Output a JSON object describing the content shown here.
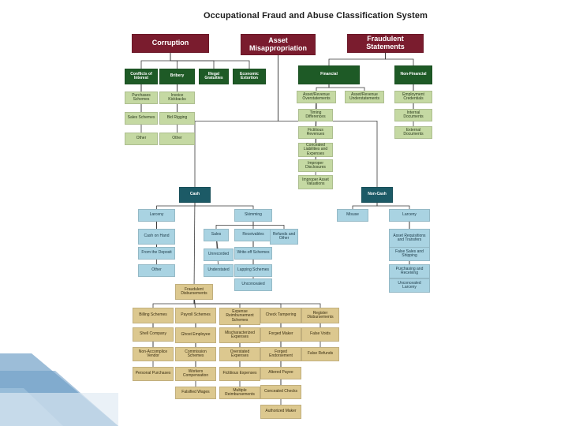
{
  "diagram": {
    "title": "Occupational Fraud and Abuse Classification System",
    "colors": {
      "maroon": "#7a1c2e",
      "green": "#1e5a26",
      "teal": "#1c5a66",
      "light_green": "#c5d9a3",
      "light_blue": "#a9d3e2",
      "tan": "#dcc88f",
      "line": "#3a3a3a",
      "decoration": "#3a78a8"
    },
    "nodes": [
      {
        "id": "corruption",
        "label": "Corruption",
        "style": "maroon"
      },
      {
        "id": "asset_misappropriation",
        "label": "Asset Misappropriation",
        "style": "maroon"
      },
      {
        "id": "fraudulent_statements",
        "label": "Fraudulent Statements",
        "style": "maroon"
      },
      {
        "id": "conflicts_of_interest",
        "label": "Conflicts of Interest",
        "style": "green"
      },
      {
        "id": "bribery",
        "label": "Bribery",
        "style": "green"
      },
      {
        "id": "illegal_gratuities",
        "label": "Illegal Gratuities",
        "style": "green"
      },
      {
        "id": "economic_extortion",
        "label": "Economic Extortion",
        "style": "green"
      },
      {
        "id": "purchases_schemes",
        "label": "Purchases Schemes",
        "style": "lgreen"
      },
      {
        "id": "sales_schemes",
        "label": "Sales Schemes",
        "style": "lgreen"
      },
      {
        "id": "coi_other",
        "label": "Other",
        "style": "lgreen"
      },
      {
        "id": "invoice_kickbacks",
        "label": "Invoice Kickbacks",
        "style": "lgreen"
      },
      {
        "id": "bid_rigging",
        "label": "Bid Rigging",
        "style": "lgreen"
      },
      {
        "id": "bribery_other",
        "label": "Other",
        "style": "lgreen"
      },
      {
        "id": "financial",
        "label": "Financial",
        "style": "green"
      },
      {
        "id": "non_financial",
        "label": "Non-Financial",
        "style": "green"
      },
      {
        "id": "asset_overstatements",
        "label": "Asset/Revenue Overstatements",
        "style": "lgreen"
      },
      {
        "id": "asset_understatements",
        "label": "Asset/Revenue Understatements",
        "style": "lgreen"
      },
      {
        "id": "timing_differences",
        "label": "Timing Differences",
        "style": "lgreen"
      },
      {
        "id": "fictitious_revenues",
        "label": "Fictitious Revenues",
        "style": "lgreen"
      },
      {
        "id": "concealed_liabilities",
        "label": "Concealed Liabilities and Expenses",
        "style": "lgreen"
      },
      {
        "id": "improper_disclosures",
        "label": "Improper Disclosures",
        "style": "lgreen"
      },
      {
        "id": "improper_asset_valuations",
        "label": "Improper Asset Valuations",
        "style": "lgreen"
      },
      {
        "id": "employment_credentials",
        "label": "Employment Credentials",
        "style": "lgreen"
      },
      {
        "id": "internal_documents",
        "label": "Internal Documents",
        "style": "lgreen"
      },
      {
        "id": "external_documents",
        "label": "External Documents",
        "style": "lgreen"
      },
      {
        "id": "cash",
        "label": "Cash",
        "style": "teal"
      },
      {
        "id": "non_cash",
        "label": "Non-Cash",
        "style": "teal"
      },
      {
        "id": "cash_larceny",
        "label": "Larceny",
        "style": "lblue"
      },
      {
        "id": "skimming",
        "label": "Skimming",
        "style": "lblue"
      },
      {
        "id": "cash_on_hand",
        "label": "Cash on Hand",
        "style": "lblue"
      },
      {
        "id": "from_deposit",
        "label": "From the Deposit",
        "style": "lblue"
      },
      {
        "id": "larceny_other",
        "label": "Other",
        "style": "lblue"
      },
      {
        "id": "sales",
        "label": "Sales",
        "style": "lblue"
      },
      {
        "id": "receivables",
        "label": "Receivables",
        "style": "lblue"
      },
      {
        "id": "refunds_other",
        "label": "Refunds and Other",
        "style": "lblue"
      },
      {
        "id": "unrecorded",
        "label": "Unrecorded",
        "style": "lblue"
      },
      {
        "id": "understated",
        "label": "Understated",
        "style": "lblue"
      },
      {
        "id": "write_off_schemes",
        "label": "Write-off Schemes",
        "style": "lblue"
      },
      {
        "id": "lapping_schemes",
        "label": "Lapping Schemes",
        "style": "lblue"
      },
      {
        "id": "unconcealed",
        "label": "Unconcealed",
        "style": "lblue"
      },
      {
        "id": "misuse",
        "label": "Misuse",
        "style": "lblue"
      },
      {
        "id": "noncash_larceny",
        "label": "Larceny",
        "style": "lblue"
      },
      {
        "id": "asset_requisitions",
        "label": "Asset Requisitions and Transfers",
        "style": "lblue"
      },
      {
        "id": "false_sales",
        "label": "False Sales and Shipping",
        "style": "lblue"
      },
      {
        "id": "purchasing_receiving",
        "label": "Purchasing and Receiving",
        "style": "lblue"
      },
      {
        "id": "unconcealed_larceny",
        "label": "Unconcealed Larceny",
        "style": "lblue"
      },
      {
        "id": "fraudulent_disbursements",
        "label": "Fraudulent Disbursements",
        "style": "tan"
      },
      {
        "id": "billing_schemes",
        "label": "Billing Schemes",
        "style": "tan"
      },
      {
        "id": "payroll_schemes",
        "label": "Payroll Schemes",
        "style": "tan"
      },
      {
        "id": "expense_reimbursement",
        "label": "Expense Reimbursement Schemes",
        "style": "tan"
      },
      {
        "id": "check_tampering",
        "label": "Check Tampering",
        "style": "tan"
      },
      {
        "id": "register_disbursements",
        "label": "Register Disbursements",
        "style": "tan"
      },
      {
        "id": "shell_company",
        "label": "Shell Company",
        "style": "tan"
      },
      {
        "id": "non_accomplice_vendor",
        "label": "Non-Accomplice Vendor",
        "style": "tan"
      },
      {
        "id": "personal_purchases",
        "label": "Personal Purchases",
        "style": "tan"
      },
      {
        "id": "ghost_employee",
        "label": "Ghost Employee",
        "style": "tan"
      },
      {
        "id": "commission_schemes",
        "label": "Commission Schemes",
        "style": "tan"
      },
      {
        "id": "workers_compensation",
        "label": "Workers Compensation",
        "style": "tan"
      },
      {
        "id": "falsified_wages",
        "label": "Falsified Wages",
        "style": "tan"
      },
      {
        "id": "mischaracterized_expenses",
        "label": "Mischaracterized Expenses",
        "style": "tan"
      },
      {
        "id": "overstated_expenses",
        "label": "Overstated Expenses",
        "style": "tan"
      },
      {
        "id": "fictitious_expenses",
        "label": "Fictitious Expenses",
        "style": "tan"
      },
      {
        "id": "multiple_reimbursements",
        "label": "Multiple Reimbursements",
        "style": "tan"
      },
      {
        "id": "forged_maker",
        "label": "Forged Maker",
        "style": "tan"
      },
      {
        "id": "forged_endorsement",
        "label": "Forged Endorsement",
        "style": "tan"
      },
      {
        "id": "altered_payee",
        "label": "Altered Payee",
        "style": "tan"
      },
      {
        "id": "concealed_checks",
        "label": "Concealed Checks",
        "style": "tan"
      },
      {
        "id": "authorized_maker",
        "label": "Authorized Maker",
        "style": "tan"
      },
      {
        "id": "false_voids",
        "label": "False Voids",
        "style": "tan"
      },
      {
        "id": "false_refunds",
        "label": "False Refunds",
        "style": "tan"
      }
    ],
    "edges": [
      [
        "corruption",
        "conflicts_of_interest"
      ],
      [
        "corruption",
        "bribery"
      ],
      [
        "corruption",
        "illegal_gratuities"
      ],
      [
        "corruption",
        "economic_extortion"
      ],
      [
        "conflicts_of_interest",
        "purchases_schemes"
      ],
      [
        "conflicts_of_interest",
        "sales_schemes"
      ],
      [
        "conflicts_of_interest",
        "coi_other"
      ],
      [
        "bribery",
        "invoice_kickbacks"
      ],
      [
        "bribery",
        "bid_rigging"
      ],
      [
        "bribery",
        "bribery_other"
      ],
      [
        "fraudulent_statements",
        "financial"
      ],
      [
        "fraudulent_statements",
        "non_financial"
      ],
      [
        "financial",
        "asset_overstatements"
      ],
      [
        "financial",
        "asset_understatements"
      ],
      [
        "asset_overstatements",
        "timing_differences"
      ],
      [
        "asset_overstatements",
        "fictitious_revenues"
      ],
      [
        "asset_overstatements",
        "concealed_liabilities"
      ],
      [
        "asset_overstatements",
        "improper_disclosures"
      ],
      [
        "asset_overstatements",
        "improper_asset_valuations"
      ],
      [
        "non_financial",
        "employment_credentials"
      ],
      [
        "non_financial",
        "internal_documents"
      ],
      [
        "non_financial",
        "external_documents"
      ],
      [
        "asset_misappropriation",
        "cash"
      ],
      [
        "asset_misappropriation",
        "non_cash"
      ],
      [
        "cash",
        "cash_larceny"
      ],
      [
        "cash",
        "skimming"
      ],
      [
        "cash",
        "fraudulent_disbursements"
      ],
      [
        "cash_larceny",
        "cash_on_hand"
      ],
      [
        "cash_larceny",
        "from_deposit"
      ],
      [
        "cash_larceny",
        "larceny_other"
      ],
      [
        "skimming",
        "sales"
      ],
      [
        "skimming",
        "receivables"
      ],
      [
        "skimming",
        "refunds_other"
      ],
      [
        "sales",
        "unrecorded"
      ],
      [
        "sales",
        "understated"
      ],
      [
        "receivables",
        "write_off_schemes"
      ],
      [
        "receivables",
        "lapping_schemes"
      ],
      [
        "receivables",
        "unconcealed"
      ],
      [
        "non_cash",
        "misuse"
      ],
      [
        "non_cash",
        "noncash_larceny"
      ],
      [
        "noncash_larceny",
        "asset_requisitions"
      ],
      [
        "noncash_larceny",
        "false_sales"
      ],
      [
        "noncash_larceny",
        "purchasing_receiving"
      ],
      [
        "noncash_larceny",
        "unconcealed_larceny"
      ],
      [
        "fraudulent_disbursements",
        "billing_schemes"
      ],
      [
        "fraudulent_disbursements",
        "payroll_schemes"
      ],
      [
        "fraudulent_disbursements",
        "expense_reimbursement"
      ],
      [
        "fraudulent_disbursements",
        "check_tampering"
      ],
      [
        "fraudulent_disbursements",
        "register_disbursements"
      ],
      [
        "billing_schemes",
        "shell_company"
      ],
      [
        "billing_schemes",
        "non_accomplice_vendor"
      ],
      [
        "billing_schemes",
        "personal_purchases"
      ],
      [
        "payroll_schemes",
        "ghost_employee"
      ],
      [
        "payroll_schemes",
        "commission_schemes"
      ],
      [
        "payroll_schemes",
        "workers_compensation"
      ],
      [
        "payroll_schemes",
        "falsified_wages"
      ],
      [
        "expense_reimbursement",
        "mischaracterized_expenses"
      ],
      [
        "expense_reimbursement",
        "overstated_expenses"
      ],
      [
        "expense_reimbursement",
        "fictitious_expenses"
      ],
      [
        "expense_reimbursement",
        "multiple_reimbursements"
      ],
      [
        "check_tampering",
        "forged_maker"
      ],
      [
        "check_tampering",
        "forged_endorsement"
      ],
      [
        "check_tampering",
        "altered_payee"
      ],
      [
        "check_tampering",
        "concealed_checks"
      ],
      [
        "check_tampering",
        "authorized_maker"
      ],
      [
        "register_disbursements",
        "false_voids"
      ],
      [
        "register_disbursements",
        "false_refunds"
      ]
    ]
  }
}
